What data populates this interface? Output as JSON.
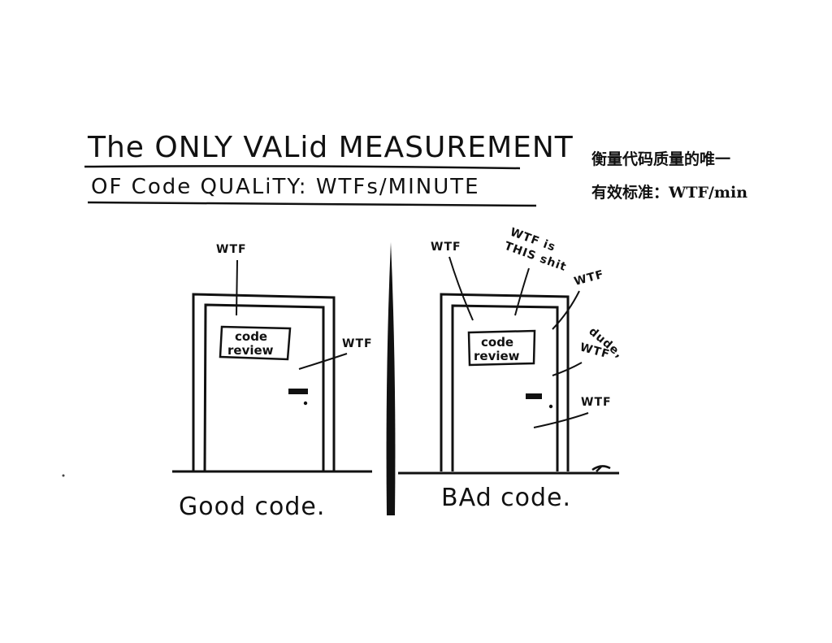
{
  "title": {
    "line1": "The ONLY VALid MEASUREMENT",
    "line2": "OF Code QUALiTY: WTFs/MINUTE"
  },
  "translation": {
    "line1": "衡量代码质量的唯一",
    "line2": "有效标准：WTF/min"
  },
  "good_panel": {
    "caption": "Good code.",
    "sign_line1": "code",
    "sign_line2": "review",
    "notes": [
      "WTF",
      "WTF"
    ]
  },
  "bad_panel": {
    "caption": "BAd code.",
    "sign_line1": "code",
    "sign_line2": "review",
    "notes": [
      "WTF",
      "WTF is",
      "THIS shit",
      "WTF",
      "dude,",
      "WTF",
      "WTF"
    ]
  }
}
